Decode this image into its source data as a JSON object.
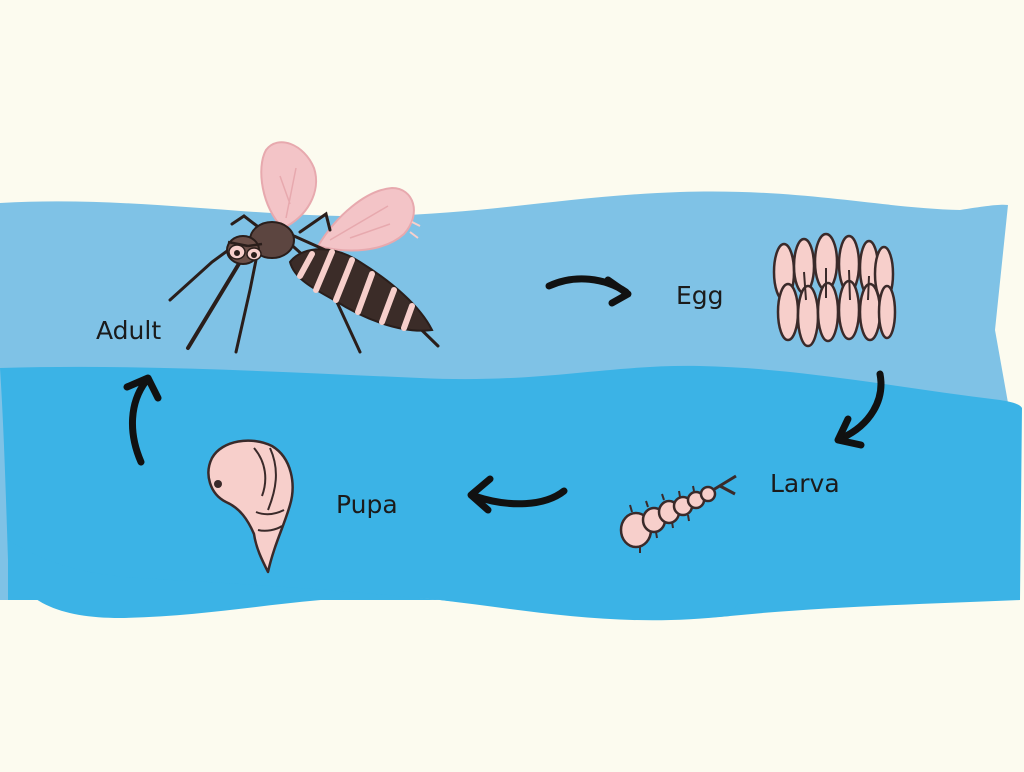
{
  "stages": {
    "adult": "Adult",
    "egg": "Egg",
    "larva": "Larva",
    "pupa": "Pupa"
  },
  "colors": {
    "background": "#FCFBEF",
    "water_surface": "#7FC2E6",
    "water_deep": "#3BB3E6",
    "body_pink": "#F7CFCB",
    "mosquito_dark": "#3B2C28",
    "arrow": "#111111"
  },
  "icons": [
    "mosquito-adult-icon",
    "egg-cluster-icon",
    "larva-icon",
    "pupa-icon",
    "cycle-arrow-icon"
  ]
}
